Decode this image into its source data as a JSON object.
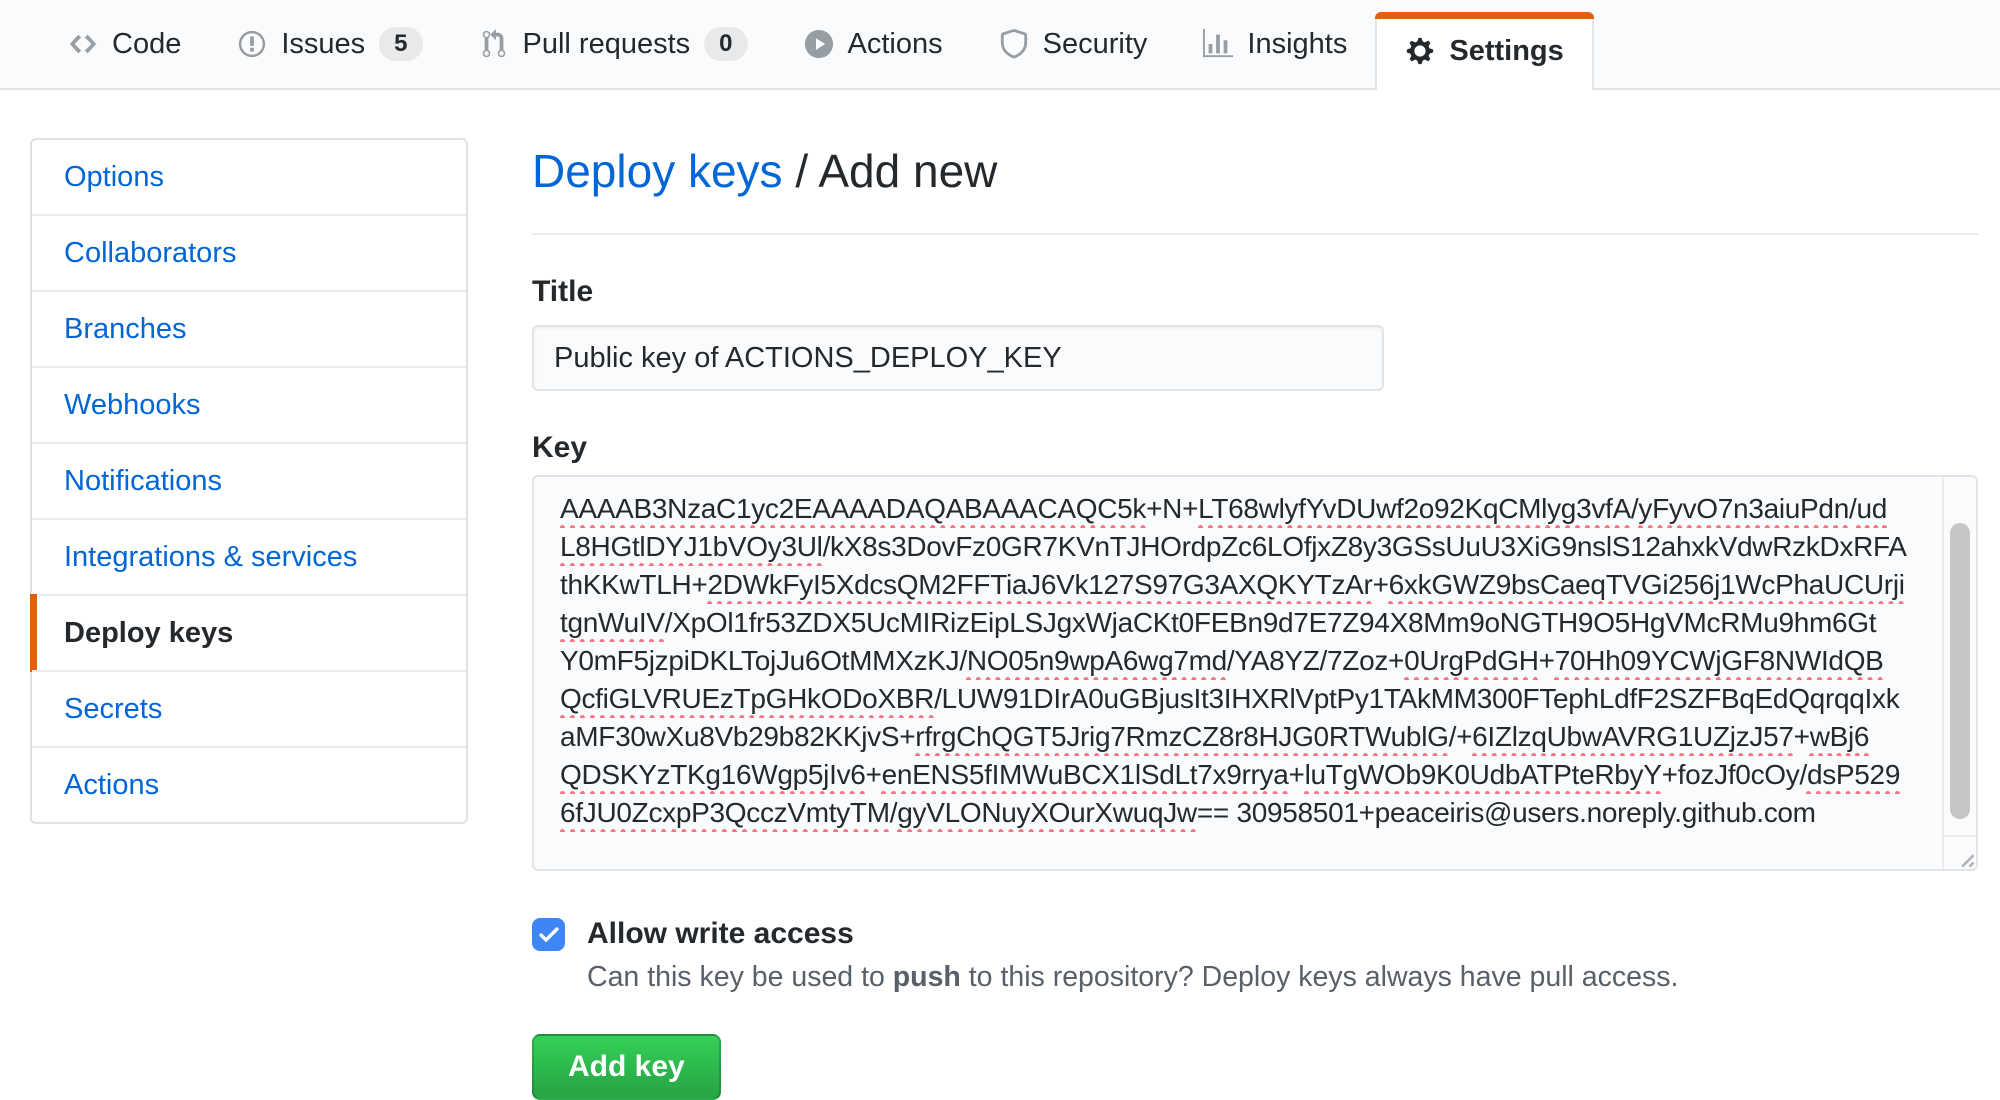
{
  "colors": {
    "accent_orange": "#e36209",
    "link_blue": "#0366d6",
    "button_green": "#28a745",
    "checkbox_blue": "#3e86f5",
    "spellcheck_red": "#f97583",
    "nav_bg": "#fafbfc",
    "input_bg": "#fafbfc"
  },
  "nav": {
    "tabs": [
      {
        "label": "Code",
        "icon": "code-icon",
        "active": false
      },
      {
        "label": "Issues",
        "icon": "issue-icon",
        "count": "5",
        "active": false
      },
      {
        "label": "Pull requests",
        "icon": "pull-request-icon",
        "count": "0",
        "active": false
      },
      {
        "label": "Actions",
        "icon": "play-icon",
        "active": false
      },
      {
        "label": "Security",
        "icon": "shield-icon",
        "active": false
      },
      {
        "label": "Insights",
        "icon": "graph-icon",
        "active": false
      },
      {
        "label": "Settings",
        "icon": "gear-icon",
        "active": true
      }
    ]
  },
  "sidebar": {
    "items": [
      {
        "label": "Options",
        "active": false
      },
      {
        "label": "Collaborators",
        "active": false
      },
      {
        "label": "Branches",
        "active": false
      },
      {
        "label": "Webhooks",
        "active": false
      },
      {
        "label": "Notifications",
        "active": false
      },
      {
        "label": "Integrations & services",
        "active": false
      },
      {
        "label": "Deploy keys",
        "active": true
      },
      {
        "label": "Secrets",
        "active": false
      },
      {
        "label": "Actions",
        "active": false
      }
    ]
  },
  "main": {
    "breadcrumb": {
      "link": "Deploy keys",
      "separator": " / ",
      "current": "Add new"
    },
    "title_field": {
      "label": "Title",
      "value": "Public key of ACTIONS_DEPLOY_KEY"
    },
    "key_field": {
      "label": "Key",
      "lines": [
        [
          {
            "t": "AAAAB3NzaC1yc2EAAAADAQABAAACAQC5k",
            "m": true
          },
          {
            "t": "+N+",
            "m": false
          },
          {
            "t": "LT68wlyfYvDUwf2o92KqCMlyg3vfA",
            "m": true
          },
          {
            "t": "/",
            "m": false
          },
          {
            "t": "yFyvO7n3aiuPdn",
            "m": true
          },
          {
            "t": "/",
            "m": false
          },
          {
            "t": "ud",
            "m": true
          }
        ],
        [
          {
            "t": "L8HGtlDYJ1bVOy3Ul",
            "m": true
          },
          {
            "t": "/kX8s3DovFz0GR7KVnTJHOrdpZc6LOfjxZ8y3GSsUuU3XiG9nslS12ahxkVdwRzkDxRFA",
            "m": false
          }
        ],
        [
          {
            "t": "thKKwTLH+",
            "m": false
          },
          {
            "t": "2DWkFyI5XdcsQM2FFTiaJ6Vk127S97G3AXQKYTzAr",
            "m": true
          },
          {
            "t": "+",
            "m": false
          },
          {
            "t": "6xkGWZ9bsCaeqTVGi256j1WcPhaUCUrji",
            "m": true
          }
        ],
        [
          {
            "t": "tgnWuIV",
            "m": true
          },
          {
            "t": "/XpOl1fr53ZDX5UcMIRizEipLSJgxWjaCKt0FEBn9d7E7Z94X8Mm9oNGTH9O5HgVMcRMu9hm6Gt",
            "m": false
          }
        ],
        [
          {
            "t": "Y0mF5jzpiDKLTojJu6OtMMXzKJ/",
            "m": false
          },
          {
            "t": "NO05n9wpA6wg7md",
            "m": true
          },
          {
            "t": "/YA8YZ/7Zoz+",
            "m": false
          },
          {
            "t": "0UrgPdGH",
            "m": true
          },
          {
            "t": "+",
            "m": false
          },
          {
            "t": "70Hh09YCWjGF8NWIdQB",
            "m": true
          }
        ],
        [
          {
            "t": "QcfiGLVRUEzTpGHkODoXBR",
            "m": true
          },
          {
            "t": "/LUW91DIrA0uGBjusIt3IHXRlVptPy1TAkMM300FTephLdfF2SZFBqEdQqrqqIxk",
            "m": false
          }
        ],
        [
          {
            "t": "aMF30wXu8Vb29b82KKjvS+",
            "m": false
          },
          {
            "t": "rfrgChQGT5Jrig7RmzCZ8r8HJG0RTWublG",
            "m": true
          },
          {
            "t": "/+",
            "m": false
          },
          {
            "t": "6IZlzqUbwAVRG1UZjzJ57",
            "m": true
          },
          {
            "t": "+",
            "m": false
          },
          {
            "t": "wBj6",
            "m": true
          }
        ],
        [
          {
            "t": "QDSKYzTKg16Wgp5jIv6",
            "m": true
          },
          {
            "t": "+",
            "m": false
          },
          {
            "t": "enENS5fIMWuBCX1lSdLt7x9rrya",
            "m": true
          },
          {
            "t": "+",
            "m": false
          },
          {
            "t": "luTgWOb9K0UdbATPteRbyY",
            "m": true
          },
          {
            "t": "+fozJf0cOy/",
            "m": false
          },
          {
            "t": "dsP529",
            "m": true
          }
        ],
        [
          {
            "t": "6fJU0ZcxpP3QcczVmtyTM",
            "m": true
          },
          {
            "t": "/",
            "m": false
          },
          {
            "t": "gyVLONuyXOurXwuqJw",
            "m": true
          },
          {
            "t": "== 30958501+peaceiris@users.noreply.github.com",
            "m": false
          }
        ]
      ]
    },
    "write_access": {
      "label": "Allow write access",
      "checked": true,
      "help_prefix": "Can this key be used to ",
      "help_bold": "push",
      "help_suffix": " to this repository? Deploy keys always have pull access."
    },
    "submit_label": "Add key"
  }
}
